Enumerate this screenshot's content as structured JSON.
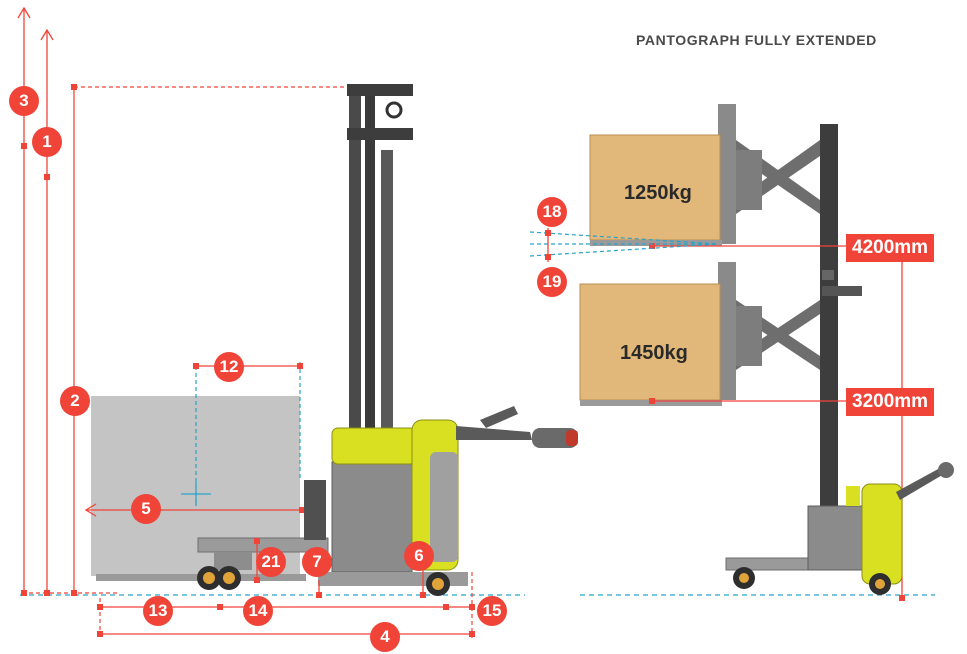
{
  "heading": "PANTOGRAPH FULLY EXTENDED",
  "badges": {
    "b1": "1",
    "b2": "2",
    "b3": "3",
    "b4": "4",
    "b5": "5",
    "b6": "6",
    "b7": "7",
    "b12": "12",
    "b13": "13",
    "b14": "14",
    "b15": "15",
    "b18": "18",
    "b19": "19",
    "b21": "21"
  },
  "loads": {
    "upper": "1250kg",
    "lower": "1450kg"
  },
  "heights": {
    "upper": "4200mm",
    "lower": "3200mm"
  },
  "colors": {
    "accent": "#f04438",
    "dimension_line": "#f04438",
    "reference_line": "#29a3c9",
    "truck_body": "#d9e021",
    "chassis": "#8a8a8a",
    "mast": "#3d3d3d",
    "load_box": "#bdbdbd",
    "pallet": "#e2b87a"
  }
}
